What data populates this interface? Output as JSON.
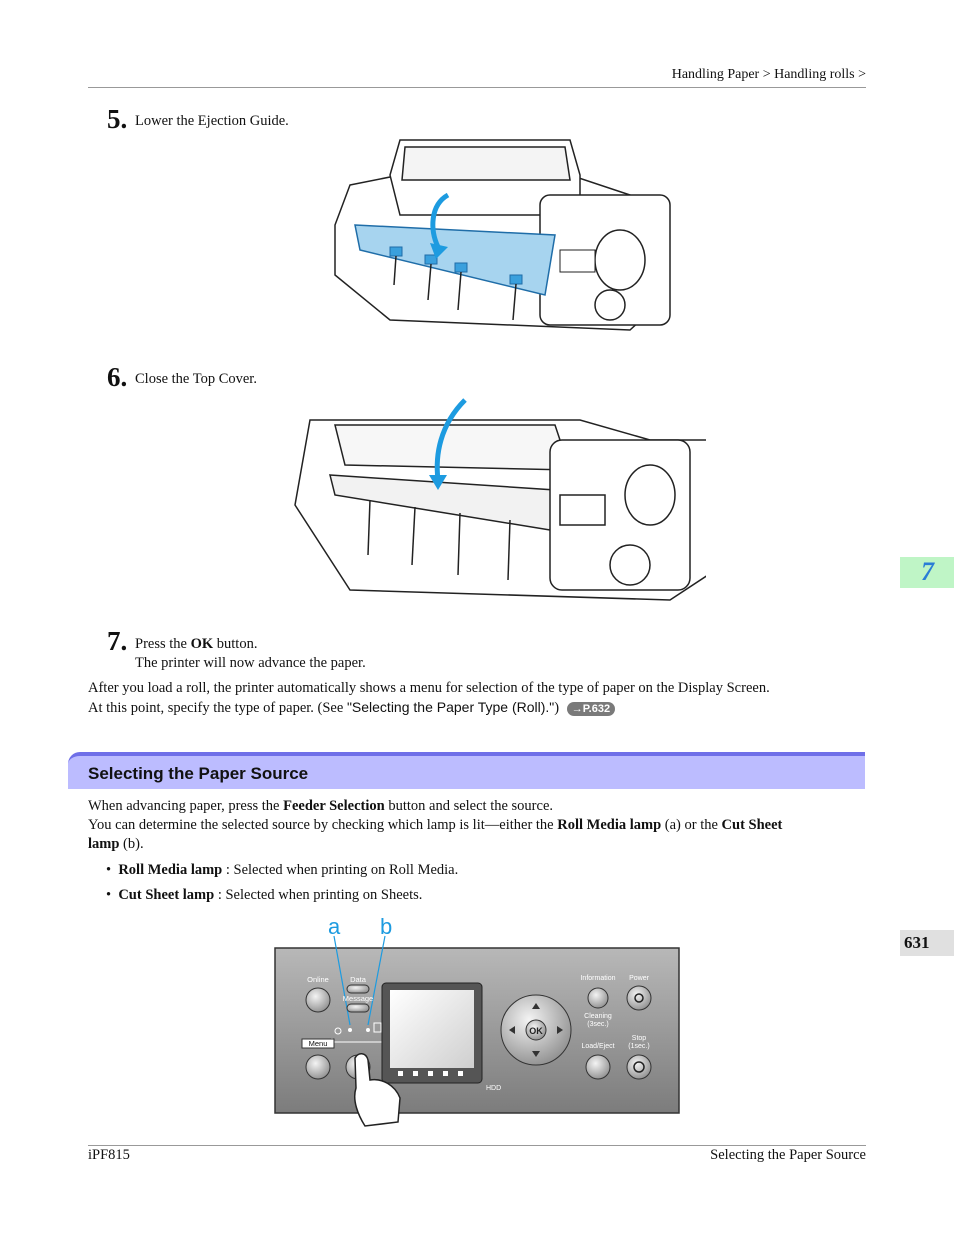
{
  "header": {
    "breadcrumb": "Handling Paper > Handling rolls >"
  },
  "steps": [
    {
      "num": "5.",
      "text": "Lower the Ejection Guide."
    },
    {
      "num": "6.",
      "text": "Close the Top Cover."
    },
    {
      "num": "7.",
      "text_pre": "Press the ",
      "text_bold": "OK",
      "text_post": " button.",
      "sub": "The printer will now advance the paper."
    }
  ],
  "after_text": {
    "line1": "After you load a roll, the printer automatically shows a menu for selection of the type of paper on the Display Screen.",
    "line2_pre": "At this point, specify the type of paper.  (See ",
    "line2_link": "\"Selecting the Paper Type (Roll).\"",
    "line2_post": ")",
    "page_ref": "→P.632"
  },
  "section": {
    "title": "Selecting the Paper Source",
    "p1_pre": "When advancing paper, press the ",
    "p1_bold": "Feeder Selection",
    "p1_post": " button and select the source.",
    "p2_pre": "You can determine the selected source by checking which lamp is lit—either the ",
    "p2_bold1": "Roll Media lamp",
    "p2_mid": " (a) or the ",
    "p2_bold2": "Cut Sheet",
    "p3_bold": "lamp",
    "p3_post": " (b).",
    "bullets": [
      {
        "bold": "Roll Media lamp",
        "text": " : Selected when printing on Roll Media."
      },
      {
        "bold": "Cut Sheet lamp",
        "text": " : Selected when printing on Sheets."
      }
    ]
  },
  "panel": {
    "callout_a": "a",
    "callout_b": "b",
    "online": "Online",
    "data": "Data",
    "message": "Message",
    "menu": "Menu",
    "information": "Information",
    "power": "Power",
    "cleaning": "Cleaning",
    "cleaning_sub": "(3sec.)",
    "load_eject": "Load/Eject",
    "stop": "Stop",
    "stop_sub": "(1sec.)",
    "ok": "OK",
    "hdd": "HDD"
  },
  "side_tabs": {
    "chapter": "7",
    "page": "631"
  },
  "footer": {
    "left": "iPF815",
    "right": "Selecting the Paper Source"
  }
}
